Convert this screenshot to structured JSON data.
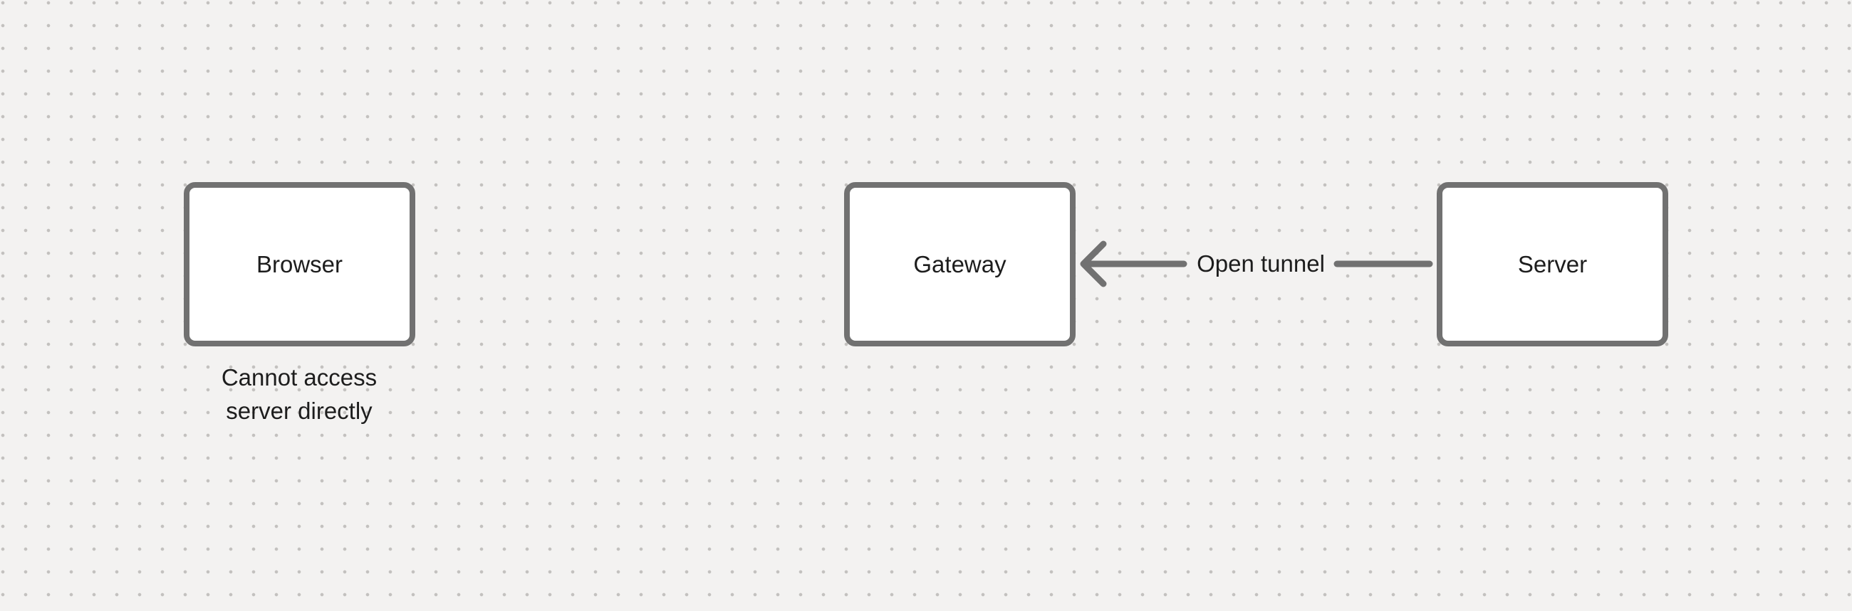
{
  "diagram": {
    "nodes": [
      {
        "id": "browser",
        "label": "Browser"
      },
      {
        "id": "gateway",
        "label": "Gateway"
      },
      {
        "id": "server",
        "label": "Server"
      }
    ],
    "edge": {
      "label": "Open tunnel",
      "from": "server",
      "to": "gateway",
      "arrowhead": "left"
    },
    "caption": {
      "text": "Cannot access server directly",
      "lines": [
        "Cannot access",
        "server directly"
      ]
    }
  },
  "colors": {
    "canvas-bg": "#f3f2f1",
    "dot": "#c3c1bf",
    "stroke": "#717171",
    "node-fill": "#ffffff",
    "text": "#1d1d1d"
  }
}
